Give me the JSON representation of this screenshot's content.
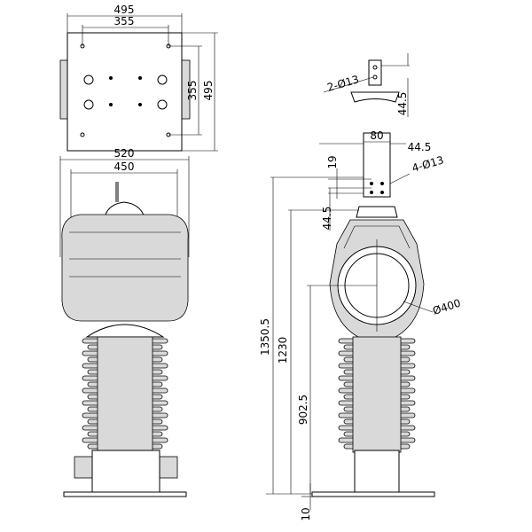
{
  "drawing": {
    "top_view": {
      "width_outer": "495",
      "width_holes": "355",
      "height_holes": "355",
      "height_outer": "495"
    },
    "terminal_detail": {
      "holes": "2-Ø13",
      "height": "44.5"
    },
    "front_view": {
      "width_outer": "520",
      "width_inner": "450"
    },
    "side_view": {
      "bracket_width": "80",
      "bracket_offset": "44.5",
      "bracket_hole_pitch": "19",
      "bracket_holes": "4-Ø13",
      "bracket_height": "44.5",
      "bore_diameter": "Ø400",
      "total_height": "1350.5",
      "head_height": "1230",
      "bore_center_height": "902.5",
      "base_thickness": "10"
    }
  }
}
